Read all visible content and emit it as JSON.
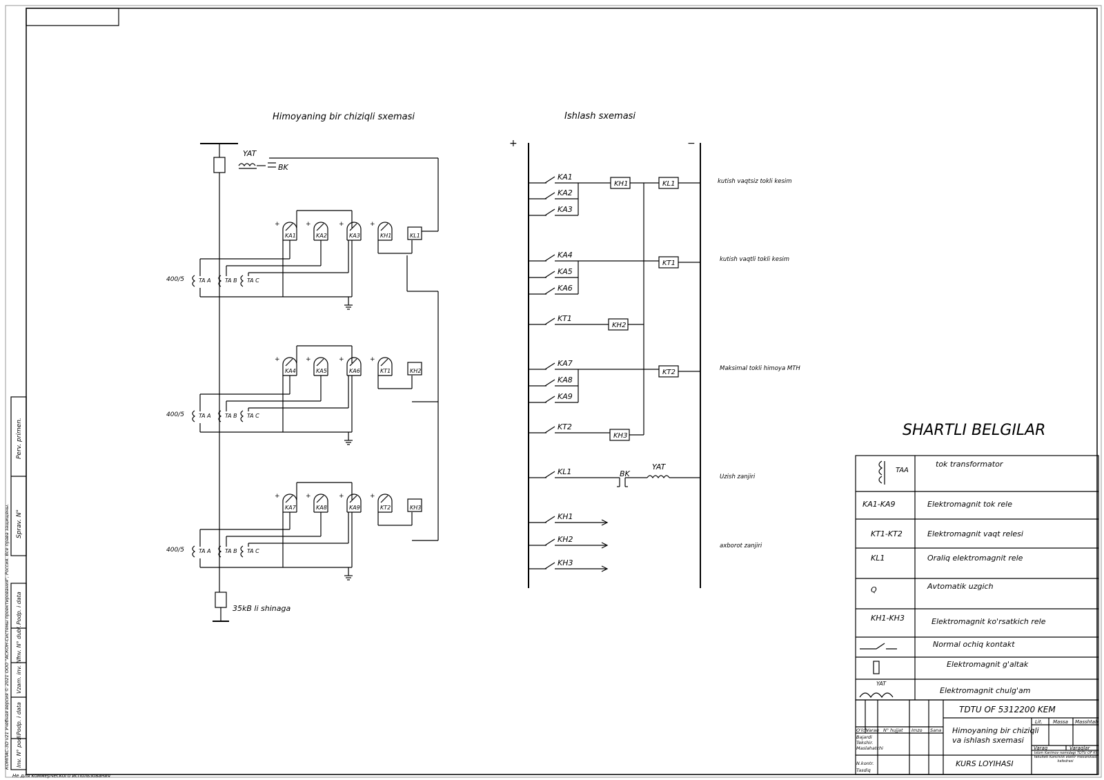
{
  "titles": {
    "left_scheme": "Himoyaning bir chiziqli sxemasi",
    "right_scheme": "Ishlash sxemasi",
    "legend": "SHARTLI BELGILAR"
  },
  "left": {
    "bus_label": "35kB li shinaga",
    "yat": "YAT",
    "bk": "BK",
    "ct_ratio": "400/5",
    "ta_a": "TA A",
    "ta_b": "TA B",
    "ta_c": "TA C",
    "groups": [
      {
        "relays": [
          "KA1",
          "KA2",
          "KA3",
          "KH1",
          "KL1"
        ],
        "ratio": "400/5"
      },
      {
        "relays": [
          "KA4",
          "KA5",
          "KA6",
          "KT1",
          "KH2"
        ],
        "ratio": "400/5"
      },
      {
        "relays": [
          "KA7",
          "KA8",
          "KA9",
          "KT2",
          "KH3"
        ],
        "ratio": "400/5"
      }
    ]
  },
  "right": {
    "plus": "+",
    "minus": "−",
    "contacts": [
      "KA1",
      "KA2",
      "KA3",
      "KA4",
      "KA5",
      "KA6",
      "KT1",
      "KA7",
      "KA8",
      "KA9",
      "KT2",
      "KL1",
      "KH1",
      "KH2",
      "KH3"
    ],
    "boxes": [
      "KH1",
      "KL1",
      "KT1",
      "KH2",
      "KT2",
      "KH3"
    ],
    "bk": "BK",
    "yat": "YAT",
    "notes": [
      "kutish vaqtsiz tokli kesim",
      "kutish vaqtli tokli kesim",
      "Maksimal tokli himoya MTH",
      "Uzish zanjiri",
      "axborot zanjiri"
    ]
  },
  "legend": {
    "rows": [
      {
        "symbol": "TAA",
        "text": "tok transformator"
      },
      {
        "symbol": "KA1-KA9",
        "text": "Elektromagnit tok rele"
      },
      {
        "symbol": "KT1-KT2",
        "text": "Elektromagnit vaqt relesi"
      },
      {
        "symbol": "KL1",
        "text": "Oraliq elektromagnit rele"
      },
      {
        "symbol": "Q",
        "text": "Avtomatik uzgich"
      },
      {
        "symbol": "KH1-KH3",
        "text": "Elektromagnit ko'rsatkich rele"
      },
      {
        "symbol": "",
        "text": "Normal ochiq kontakt"
      },
      {
        "symbol": "",
        "text": "Elektromagnit g'altak"
      },
      {
        "symbol": "YAT",
        "text": "Elektromagnit chulg'am"
      }
    ]
  },
  "titleblock": {
    "code": "TDTU OF 5312200 KEM",
    "title": "Himoyaning bir chiziqli va ishlash sxemasi",
    "title_line1": "Himoyaning bir chiziqli",
    "title_line2": "va ishlash sxemasi",
    "course": "KURS LOYIHASI",
    "col_headers": [
      "Lit.",
      "Massa",
      "Masshtab"
    ],
    "sheet_labels": [
      "Varaq",
      "Varaqlar"
    ],
    "sign_headers": [
      "O'lch",
      "Varaq",
      "N° hujjat",
      "Imzo",
      "Sana"
    ],
    "roles": [
      "Bajardi",
      "Tekshir.",
      "Maslahatchi",
      "N.kontr.",
      "Tasdiq"
    ],
    "org": "Islom Karimov nomidagi TDTU OF Kl fakulteti Konchilik elektr mexanikasi kafedrasi"
  },
  "side_strip": {
    "labels": [
      "Perv. primen.",
      "Sprav. N°",
      "Podp. i data",
      "Inv. N° dubl.",
      "Vzam. inv. N°",
      "Podp. i data",
      "Inv. N° podl."
    ],
    "footer": "Не для коммерческого использования",
    "vertical_note": "КОМПАС-3D v21 Учебная версия © 2021 ООО \"АСКОН-Системы проектирования\", Россия. Все права защищены."
  }
}
